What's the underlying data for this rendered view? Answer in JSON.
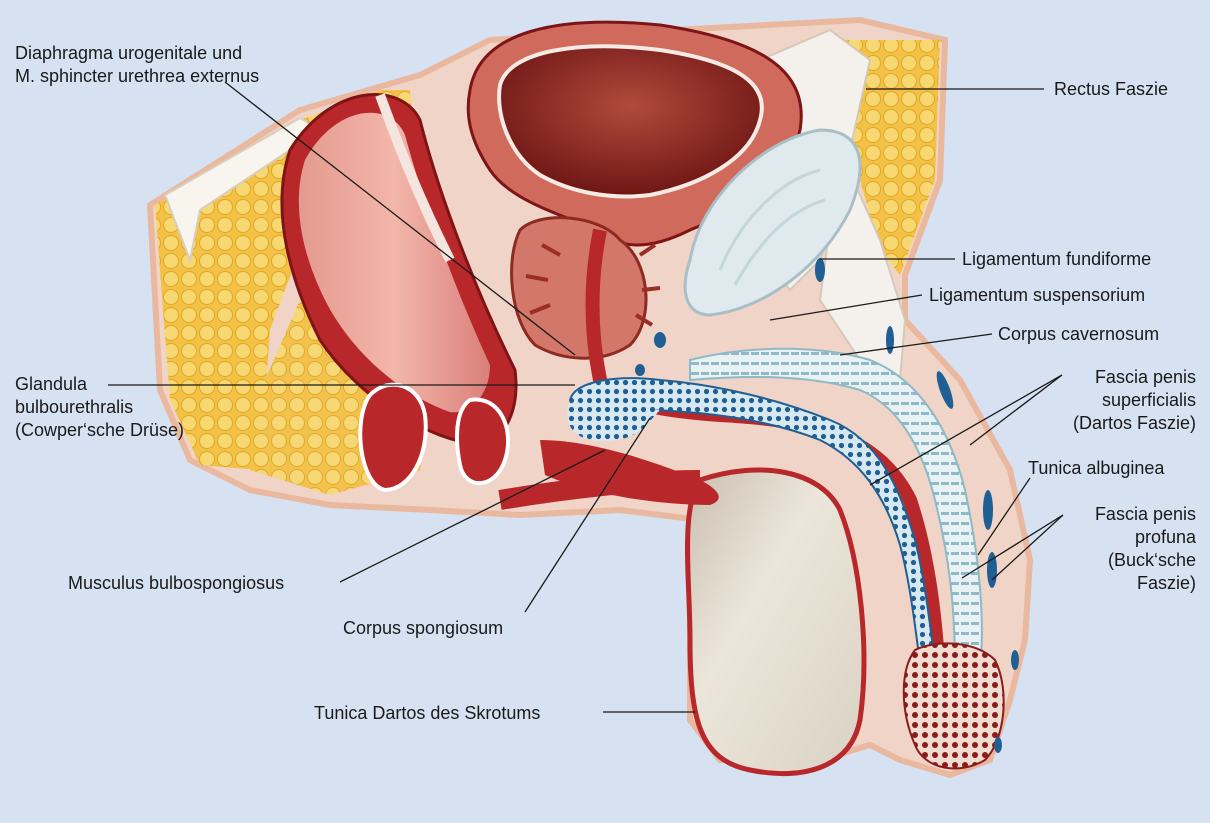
{
  "labels": {
    "diaphragma": {
      "lines": [
        "Diaphragma urogenitale und",
        "M. sphincter urethrea externus"
      ]
    },
    "rectus_faszie": {
      "lines": [
        "Rectus Faszie"
      ]
    },
    "lig_fundiforme": {
      "lines": [
        "Ligamentum fundiforme"
      ]
    },
    "lig_suspensorium": {
      "lines": [
        "Ligamentum suspensorium"
      ]
    },
    "corpus_cavernosum": {
      "lines": [
        "Corpus cavernosum"
      ]
    },
    "fascia_superficialis": {
      "lines": [
        "Fascia penis",
        "superficialis",
        "(Dartos Faszie)"
      ]
    },
    "glandula": {
      "lines": [
        "Glandula",
        "bulbourethralis",
        "(Cowper‘sche Drüse)"
      ]
    },
    "tunica_albuginea": {
      "lines": [
        "Tunica albuginea"
      ]
    },
    "fascia_profunda": {
      "lines": [
        "Fascia penis",
        "profuna",
        "(Buck‘sche",
        "Faszie)"
      ]
    },
    "bulbospongiosus": {
      "lines": [
        "Musculus bulbospongiosus"
      ]
    },
    "corpus_spongiosum": {
      "lines": [
        "Corpus spongiosum"
      ]
    },
    "tunica_dartos": {
      "lines": [
        "Tunica Dartos des Skrotums"
      ]
    }
  },
  "colors": {
    "background": "#d6e1f2",
    "fat": "#f4c64a",
    "muscle": "#b8282a",
    "bladder_wall": "#cf6a5c",
    "fascia": "#f4f1ec",
    "spongiosum": "#1f5f94",
    "cavernosum": "#9fc4cf",
    "scrotum": "#e8e2d4"
  }
}
